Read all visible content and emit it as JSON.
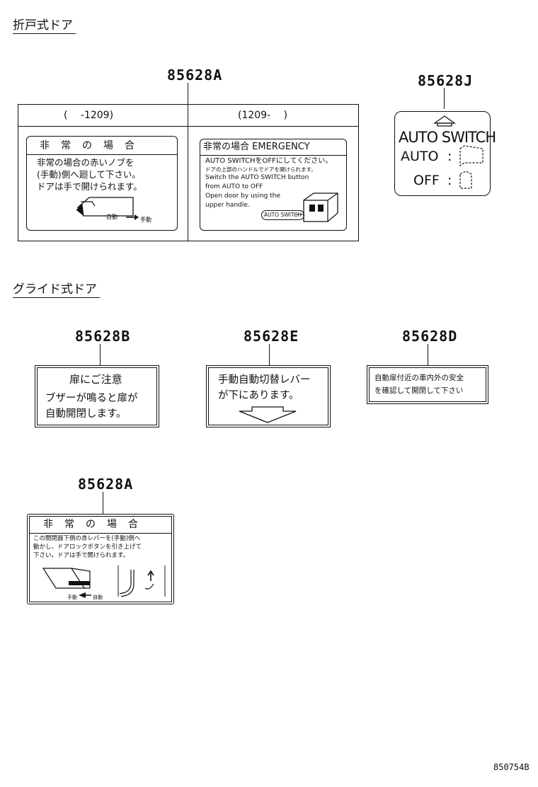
{
  "sections": {
    "folding_door": "折戸式ドア",
    "glide_door": "グライド式ドア"
  },
  "labels": {
    "a_top": {
      "part_no": "85628A",
      "col_left_header": "(　 -1209)",
      "col_right_header": "(1209-　 )",
      "left_title": "非　常　の　場　合",
      "left_line1": "非常の場合の赤いノブを",
      "left_line2": "(手動)側へ廻して下さい。",
      "left_line3": "ドアは手で開けられます。",
      "left_fig_auto": "自動",
      "left_fig_manual": "手動",
      "right_title": "非常の場合 EMERGENCY",
      "right_line1": "AUTO SWITCHをOFFにしてください。",
      "right_line2": "ドアの上部のハンドルでドアを開けられます。",
      "right_line3": "Switch the AUTO SWITCH button",
      "right_line4": "from AUTO to OFF",
      "right_line5": "Open door by using the",
      "right_line6": "upper handle.",
      "right_button": "AUTO SWITCH"
    },
    "j": {
      "part_no": "85628J",
      "title": "AUTO SWITCH",
      "auto": "AUTO",
      "off": "OFF",
      "colon": ":"
    },
    "b": {
      "part_no": "85628B",
      "line1": "扉にご注意",
      "line2": "ブザーが鳴ると扉が",
      "line3": "自動開閉します。"
    },
    "e": {
      "part_no": "85628E",
      "line1": "手動自動切替レバー",
      "line2": "が下にあります。"
    },
    "d": {
      "part_no": "85628D",
      "line1": "自動扉付近の車内外の安全",
      "line2": "を確認して開閉して下さい"
    },
    "a_bottom": {
      "part_no": "85628A",
      "title": "非　常　の　場　合",
      "line1": "この開閉器下側の赤レバーを(手動)側へ",
      "line2": "動かし、ドアロックボタンを引き上げて",
      "line3": "下さい。ドアは手で開けられます。",
      "fig_manual": "手動",
      "fig_auto": "自動"
    }
  },
  "figure_code": "850754B"
}
